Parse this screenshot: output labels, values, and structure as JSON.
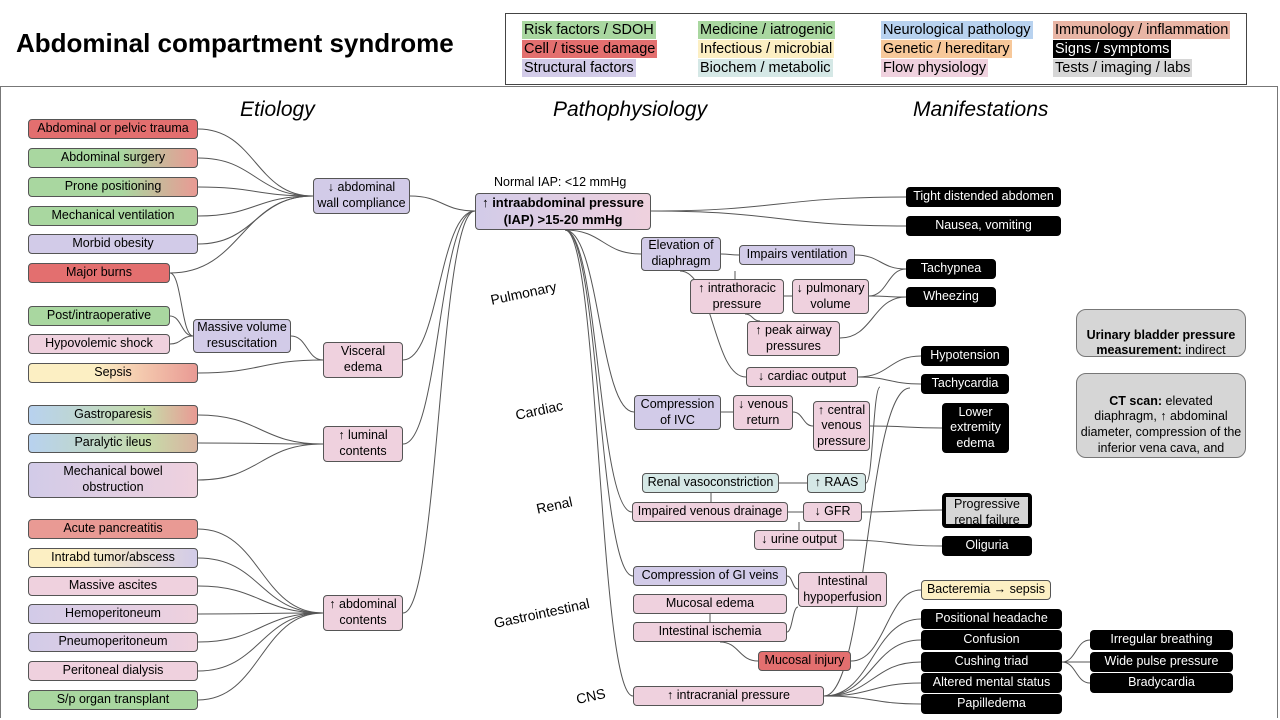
{
  "title": "Abdominal compartment syndrome",
  "legend": [
    {
      "label": "Risk factors / SDOH",
      "color": "#a9d7a0"
    },
    {
      "label": "Medicine / iatrogenic",
      "color": "#a9d7a0"
    },
    {
      "label": "Neurological pathology",
      "color": "#b8d2ef"
    },
    {
      "label": "Immunology / inflammation",
      "color": "#e9b5a5"
    },
    {
      "label": "Cell / tissue damage",
      "color": "#e36f6f"
    },
    {
      "label": "Infectious / microbial",
      "color": "#fcefc3"
    },
    {
      "label": "Genetic / hereditary",
      "color": "#f7c89a"
    },
    {
      "label": "Signs / symptoms",
      "color": "#000000"
    },
    {
      "label": "Structural factors",
      "color": "#d2cbe8"
    },
    {
      "label": "Biochem / metabolic",
      "color": "#d5e8e6"
    },
    {
      "label": "Flow physiology",
      "color": "#efd1de"
    },
    {
      "label": "Tests / imaging / labs",
      "color": "#d6d6d6"
    }
  ],
  "columns": {
    "etiology": "Etiology",
    "pathophysiology": "Pathophysiology",
    "manifestations": "Manifestations"
  },
  "sections": {
    "pulmonary": "Pulmonary",
    "cardiac": "Cardiac",
    "renal": "Renal",
    "gastrointestinal": "Gastrointestinal",
    "cns": "CNS"
  },
  "normal_iap": "Normal IAP:  <12 mmHg",
  "etiology": {
    "trauma": "Abdominal or pelvic trauma",
    "surgery": "Abdominal surgery",
    "prone": "Prone positioning",
    "ventilation": "Mechanical ventilation",
    "obesity": "Morbid obesity",
    "burns": "Major burns",
    "postop": "Post/intraoperative",
    "hypovolemic": "Hypovolemic shock",
    "sepsis": "Sepsis",
    "gastroparesis": "Gastroparesis",
    "ileus": "Paralytic ileus",
    "obstruction": "Mechanical bowel\nobstruction",
    "pancreatitis": "Acute pancreatitis",
    "tumor": "Intrabd tumor/abscess",
    "ascites": "Massive ascites",
    "hemoperitoneum": "Hemoperitoneum",
    "pneumoperitoneum": "Pneumoperitoneum",
    "dialysis": "Peritoneal dialysis",
    "transplant": "S/p organ transplant",
    "wall_compliance": "↓ abdominal\nwall compliance",
    "volume_resus": "Massive volume\nresuscitation",
    "visceral_edema": "Visceral\nedema",
    "luminal": "↑ luminal\ncontents",
    "abd_contents": "↑ abdominal\ncontents"
  },
  "patho": {
    "iap": "↑ intraabdominal pressure\n(IAP) >15-20 mmHg",
    "diaphragm": "Elevation of\ndiaphragm",
    "impairs_vent": "Impairs ventilation",
    "intrathoracic": "↑ intrathoracic\npressure",
    "pulm_volume": "↓ pulmonary\nvolume",
    "peak_airway": "↑ peak airway\npressures",
    "cardiac_output": "↓ cardiac output",
    "ivc": "Compression\nof IVC",
    "venous_return": "↓ venous\nreturn",
    "central_venous": "↑ central\nvenous\npressure",
    "renal_vaso": "Renal vasoconstriction",
    "raas": "↑ RAAS",
    "venous_drainage": "Impaired venous drainage",
    "gfr": "↓ GFR",
    "urine": "↓ urine output",
    "gi_veins": "Compression of GI veins",
    "intestinal_hypo": "Intestinal\nhypoperfusion",
    "mucosal_edema": "Mucosal edema",
    "ischemia": "Intestinal ischemia",
    "mucosal_injury": "Mucosal injury",
    "icp": "↑ intracranial pressure"
  },
  "manifest": {
    "distended": "Tight distended abdomen",
    "nausea": "Nausea, vomiting",
    "tachypnea": "Tachypnea",
    "wheezing": "Wheezing",
    "hypotension": "Hypotension",
    "tachycardia": "Tachycardia",
    "lower_edema": "Lower\nextremity\nedema",
    "renal_failure": "Progressive\nrenal failure",
    "oliguria": "Oliguria",
    "bacteremia": "Bacteremia → sepsis",
    "headache": "Positional headache",
    "confusion": "Confusion",
    "cushing": "Cushing triad",
    "ams": "Altered mental status",
    "papilledema": "Papilledema",
    "irregular": "Irregular breathing",
    "wide_pp": "Wide pulse pressure",
    "bradycardia": "Bradycardia"
  },
  "tests": {
    "bladder_bold": "Urinary bladder pressure measurement:",
    "bladder_rest": " indirect measurement of IAP",
    "ct_bold": "CT scan:",
    "ct_rest": " elevated diaphragm, ↑ abdominal diameter, compression of the inferior vena cava, and intestinal wall thickening"
  }
}
